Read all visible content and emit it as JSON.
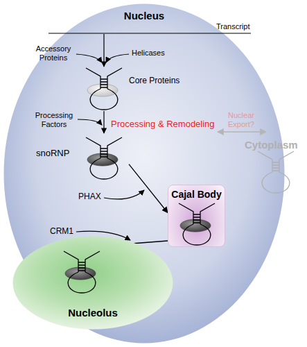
{
  "diagram": {
    "nodes": [
      {
        "text": [
          "Nucleus"
        ]
      },
      {
        "text": [
          "snoRNP"
        ],
        "in": 0
      },
      {
        "text": [
          "Cajal Body"
        ],
        "in": 0
      },
      {
        "text": [
          "Nucleolus"
        ],
        "in": 0
      }
    ],
    "edges": [
      {
        "from": 1,
        "to": 2,
        "arrow": "to",
        "label": "PHAX"
      },
      {
        "from": 2,
        "to": 3,
        "arrow": "to",
        "label": "CRM1"
      }
    ],
    "labels": [
      "Transcript",
      "Accessory Proteins",
      "Helicases",
      "Core Proteins",
      "Processing Factors",
      "Processing & Remodeling",
      "Nuclear Export?",
      "Cytoplasm"
    ]
  }
}
